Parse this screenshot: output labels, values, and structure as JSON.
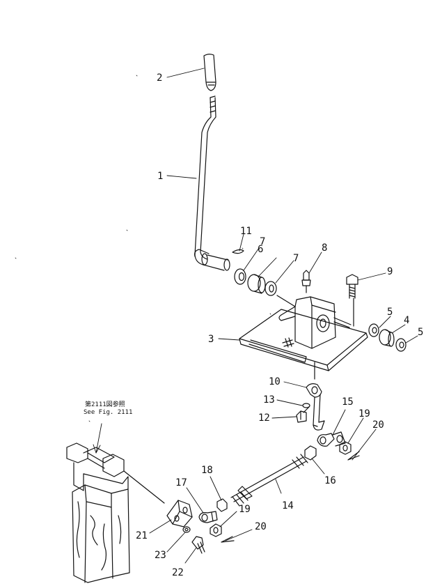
{
  "diagram": {
    "type": "exploded-parts-diagram",
    "reference_note": {
      "line1": "第2111図参照",
      "line2": "See Fig. 2111"
    },
    "callouts": [
      {
        "id": "c1",
        "label": "1"
      },
      {
        "id": "c2",
        "label": "2"
      },
      {
        "id": "c3",
        "label": "3"
      },
      {
        "id": "c4",
        "label": "4"
      },
      {
        "id": "c5a",
        "label": "5"
      },
      {
        "id": "c5b",
        "label": "5"
      },
      {
        "id": "c6",
        "label": "6"
      },
      {
        "id": "c7a",
        "label": "7"
      },
      {
        "id": "c7b",
        "label": "7"
      },
      {
        "id": "c8",
        "label": "8"
      },
      {
        "id": "c9",
        "label": "9"
      },
      {
        "id": "c10",
        "label": "10"
      },
      {
        "id": "c11",
        "label": "11"
      },
      {
        "id": "c12",
        "label": "12"
      },
      {
        "id": "c13",
        "label": "13"
      },
      {
        "id": "c14",
        "label": "14"
      },
      {
        "id": "c15",
        "label": "15"
      },
      {
        "id": "c16",
        "label": "16"
      },
      {
        "id": "c17",
        "label": "17"
      },
      {
        "id": "c18",
        "label": "18"
      },
      {
        "id": "c19a",
        "label": "19"
      },
      {
        "id": "c19b",
        "label": "19"
      },
      {
        "id": "c20a",
        "label": "20"
      },
      {
        "id": "c20b",
        "label": "20"
      },
      {
        "id": "c21",
        "label": "21"
      },
      {
        "id": "c22",
        "label": "22"
      },
      {
        "id": "c23",
        "label": "23"
      }
    ]
  }
}
